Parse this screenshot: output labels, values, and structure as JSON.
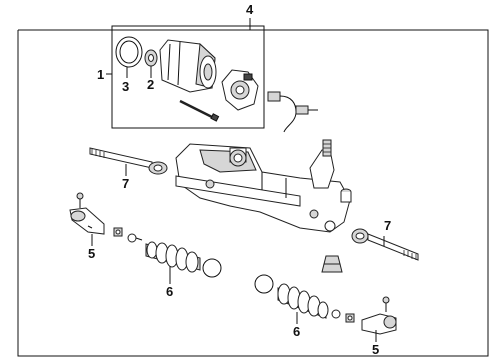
{
  "callouts": {
    "c1": "1",
    "c2": "2",
    "c3": "3",
    "c4": "4",
    "c5a": "5",
    "c5b": "5",
    "c6a": "6",
    "c6b": "6",
    "c7a": "7",
    "c7b": "7"
  }
}
